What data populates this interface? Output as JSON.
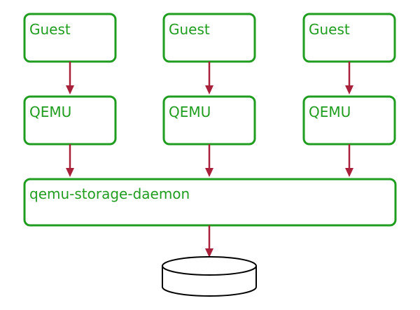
{
  "colors": {
    "box_stroke": "#1f9d1f",
    "label_text": "#1f9d1f",
    "arrow": "#a8203a",
    "disk_stroke": "#000000"
  },
  "guests": [
    {
      "label": "Guest"
    },
    {
      "label": "Guest"
    },
    {
      "label": "Guest"
    }
  ],
  "qemus": [
    {
      "label": "QEMU"
    },
    {
      "label": "QEMU"
    },
    {
      "label": "QEMU"
    }
  ],
  "daemon": {
    "label": "qemu-storage-daemon"
  },
  "storage": {
    "icon": "disk-cylinder-icon"
  }
}
